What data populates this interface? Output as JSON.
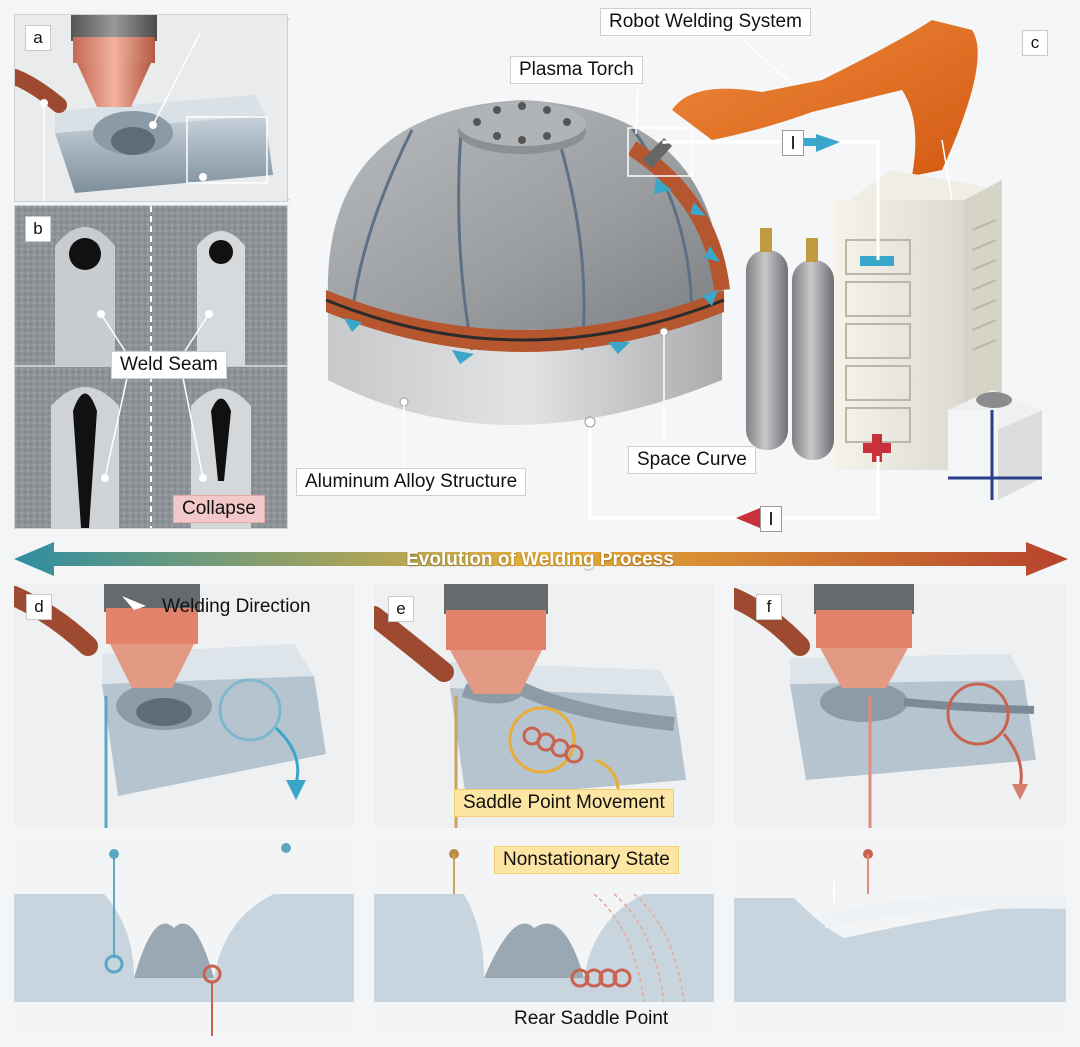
{
  "panels": {
    "a": "a",
    "b": "b",
    "c": "c",
    "d": "d",
    "e": "e",
    "f": "f"
  },
  "labels": {
    "weld_seam": "Weld Seam",
    "collapse": "Collapse",
    "robot_welding_system": "Robot Welding System",
    "plasma_torch": "Plasma Torch",
    "aluminum_alloy_structure": "Aluminum Alloy Structure",
    "space_curve": "Space Curve",
    "current_top": "I",
    "current_bottom": "I",
    "evolution_title": "Evolution of Welding Process",
    "welding_direction": "Welding Direction",
    "saddle_point_movement": "Saddle Point Movement",
    "nonstationary_state": "Nonstationary State",
    "rear_saddle_point": "Rear Saddle Point"
  },
  "colors": {
    "copper": "#e3826a",
    "weld_band": "#b5562e",
    "arrow_blue": "#3aa6c9",
    "robot_orange": "#e86a1f",
    "red_cross": "#c9303a",
    "evo_left": "#2f8ea0",
    "evo_mid": "#e7ae36",
    "evo_right": "#b7432e"
  }
}
